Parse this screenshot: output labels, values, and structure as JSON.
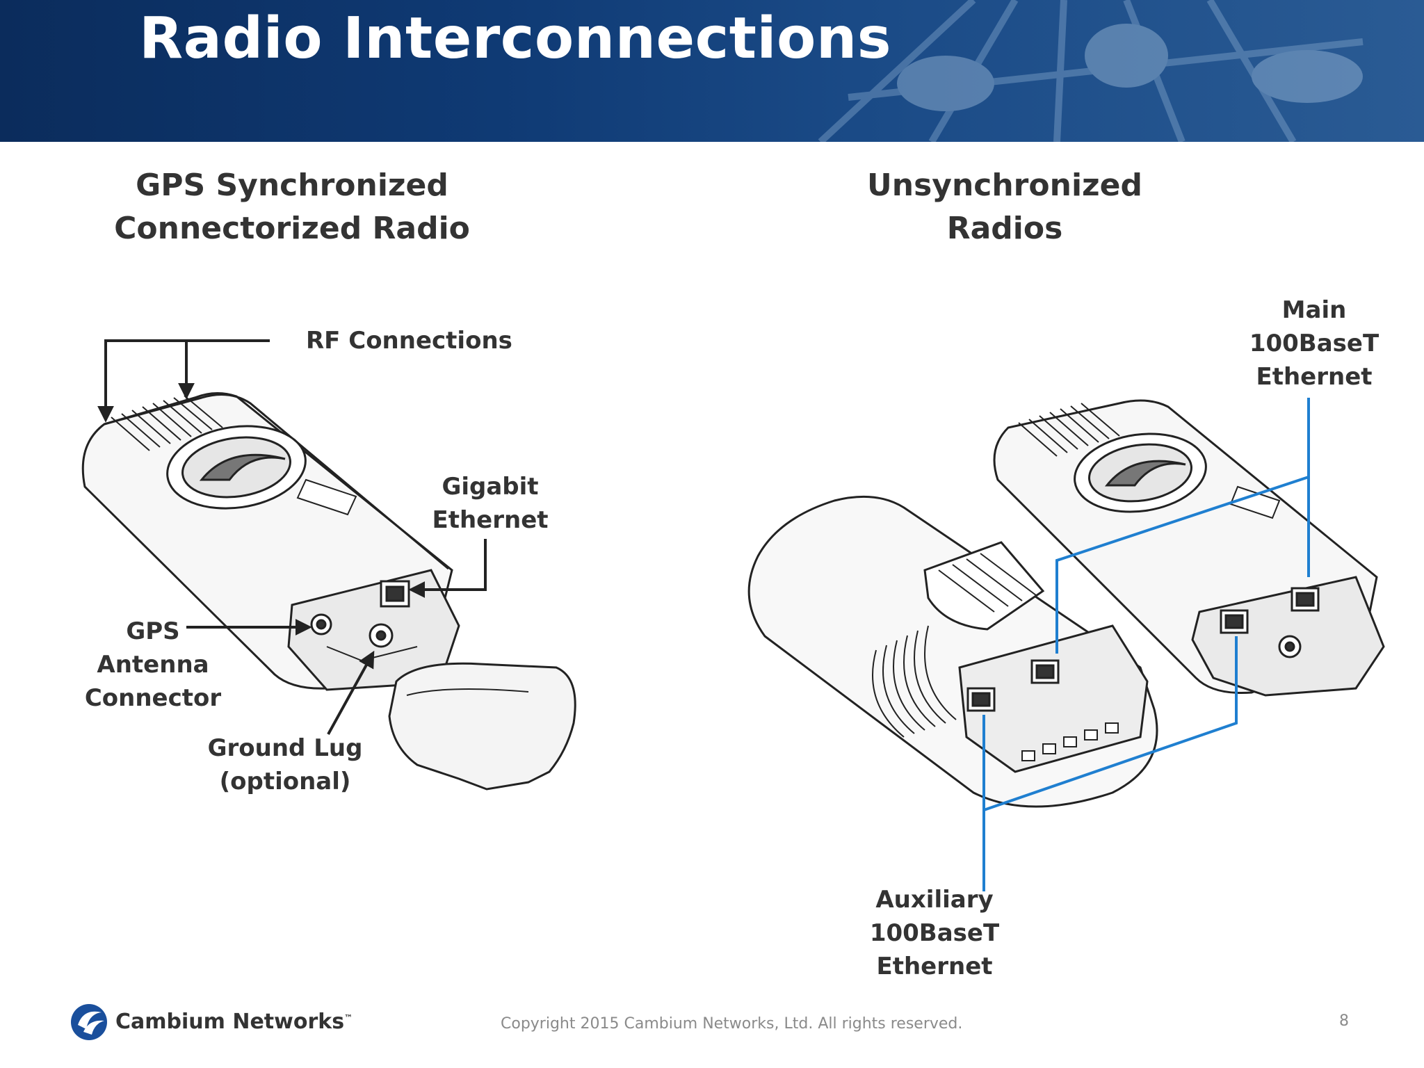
{
  "header": {
    "title": "Radio Interconnections"
  },
  "left": {
    "heading_line1": "GPS Synchronized",
    "heading_line2": "Connectorized Radio",
    "labels": {
      "rf": "RF Connections",
      "gigabit_1": "Gigabit",
      "gigabit_2": "Ethernet",
      "gps_1": "GPS",
      "gps_2": "Antenna",
      "gps_3": "Connector",
      "ground_1": "Ground Lug",
      "ground_2": "(optional)"
    }
  },
  "right": {
    "heading_line1": "Unsynchronized",
    "heading_line2": "Radios",
    "labels": {
      "main_1": "Main",
      "main_2": "100BaseT",
      "main_3": "Ethernet",
      "aux_1": "Auxiliary",
      "aux_2": "100BaseT",
      "aux_3": "Ethernet"
    }
  },
  "footer": {
    "brand": "Cambium Networks",
    "trademark": "™",
    "copyright": "Copyright 2015 Cambium Networks, Ltd. All rights reserved.",
    "page_number": "8"
  },
  "colors": {
    "header": "#0f3a74",
    "callout_blue": "#1f7fd0",
    "text": "#333333"
  }
}
